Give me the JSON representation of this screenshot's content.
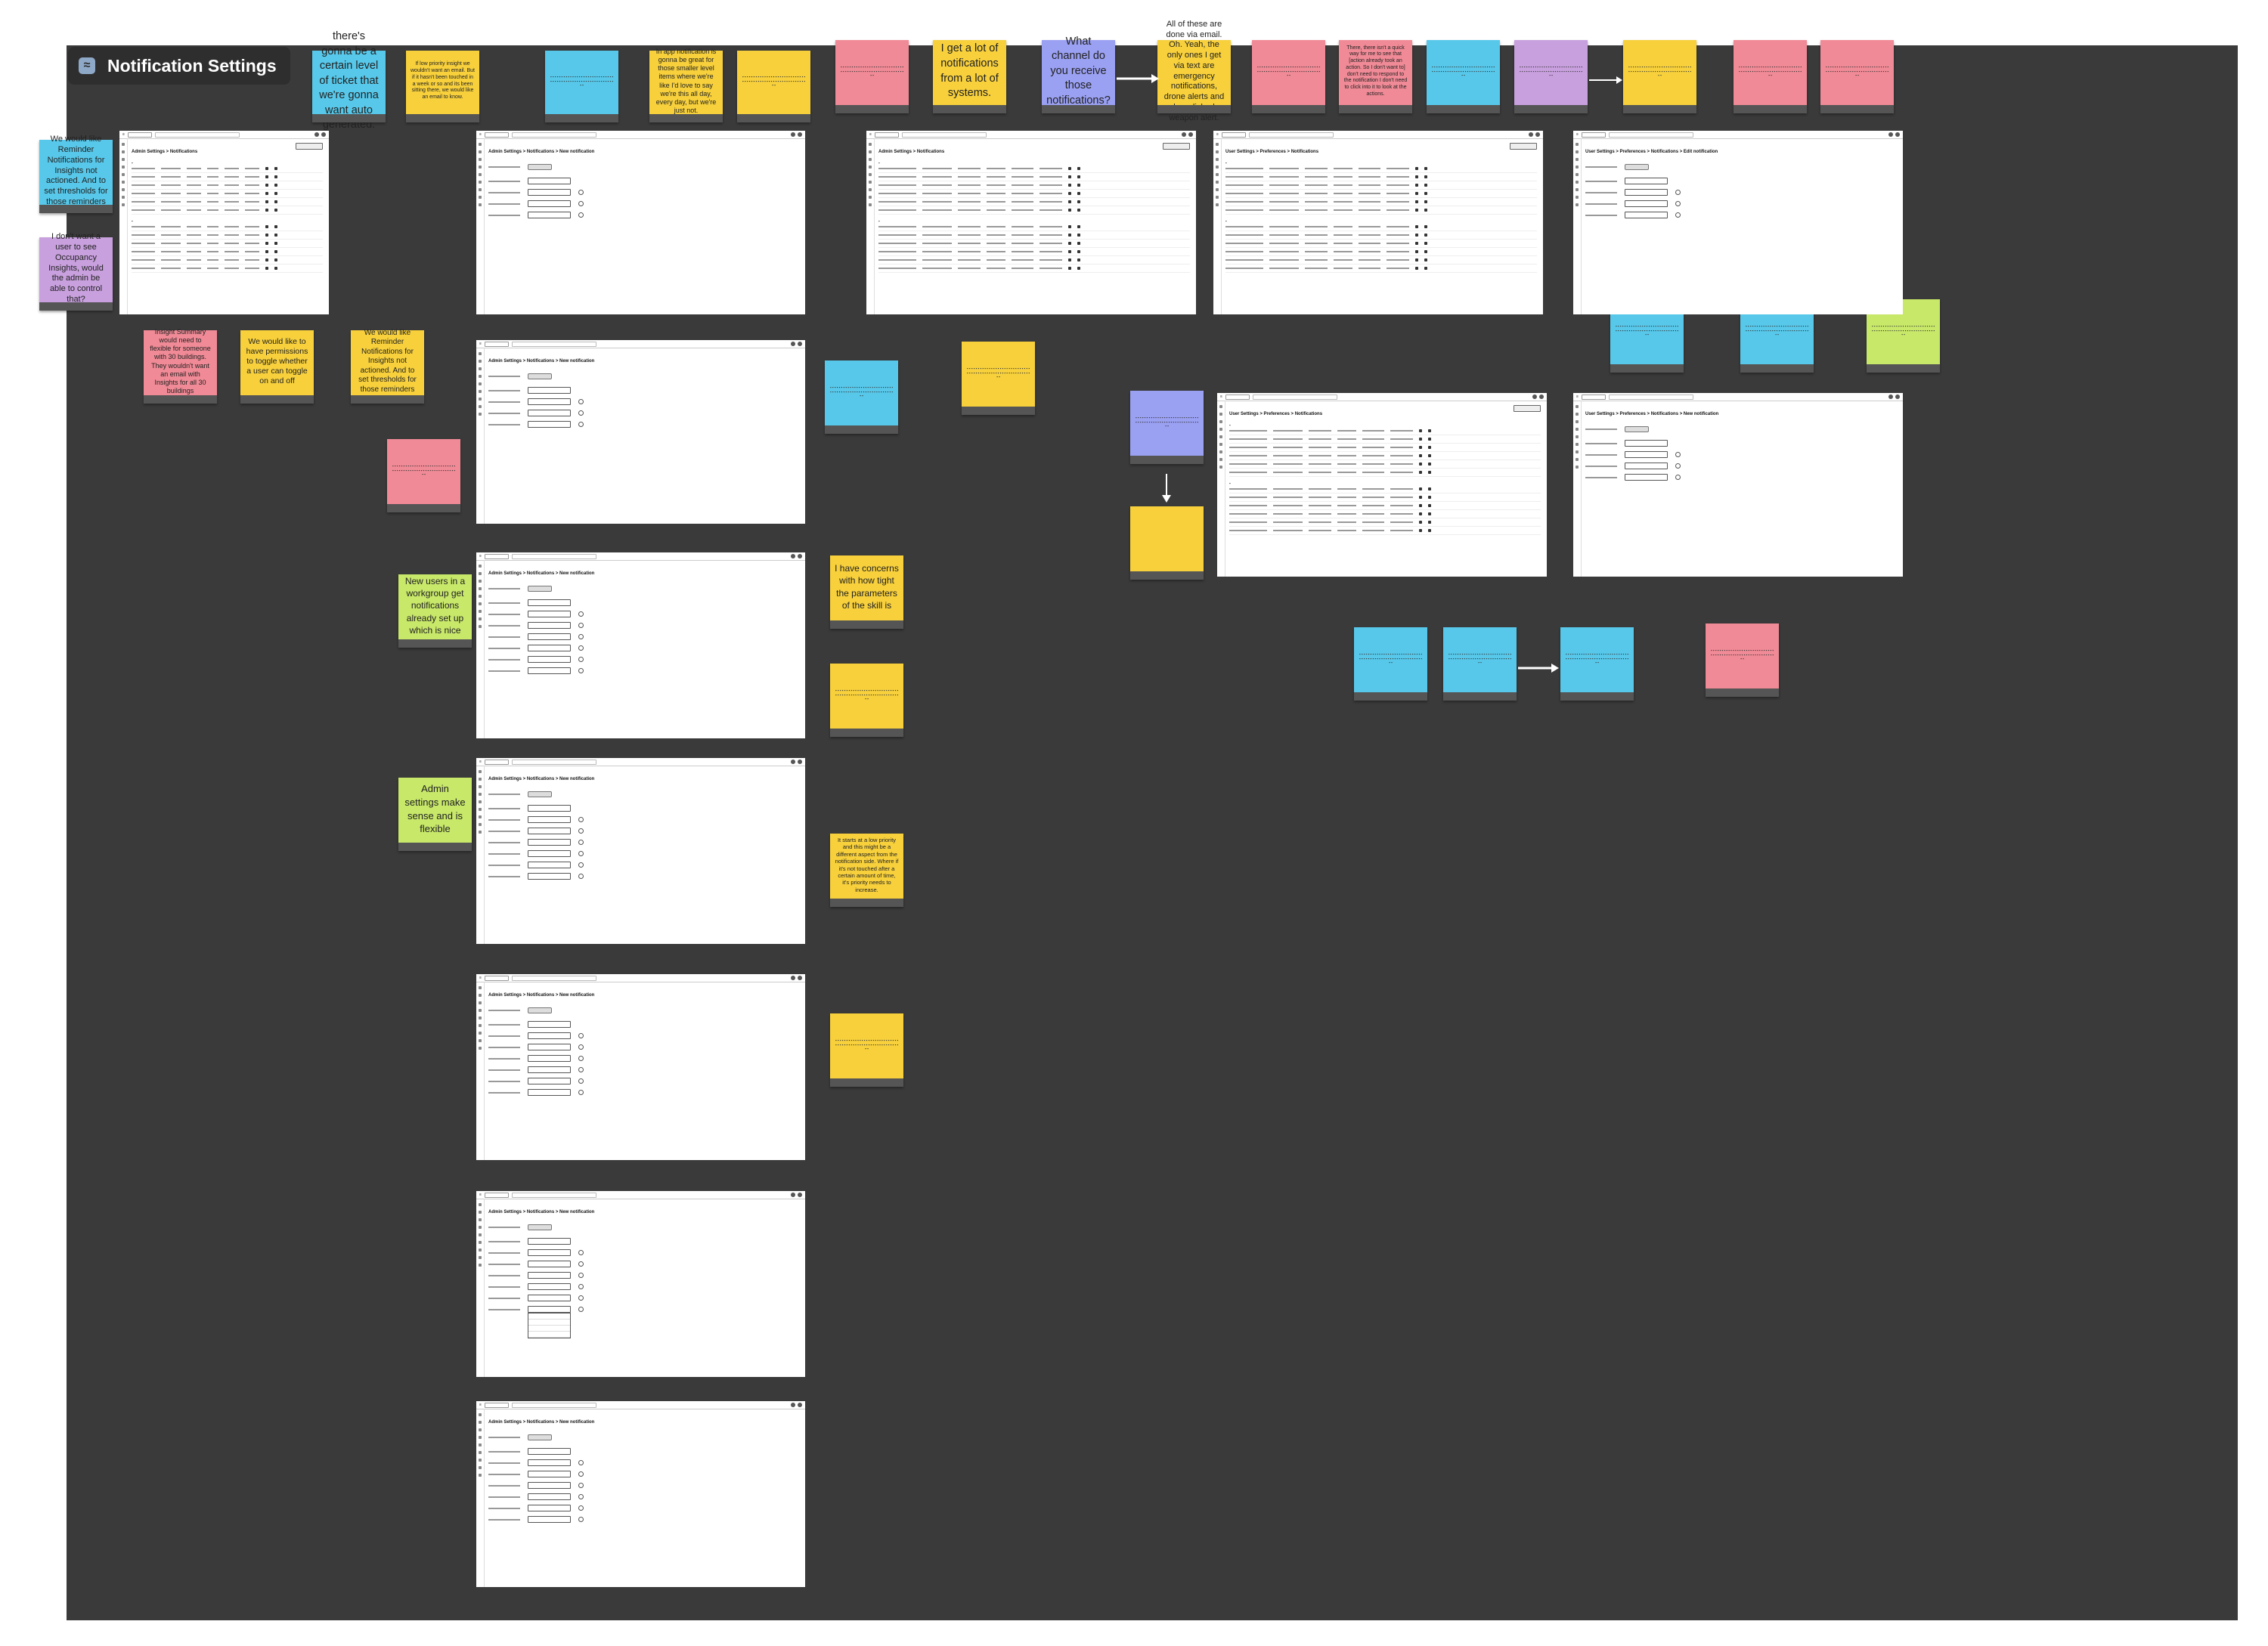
{
  "board": {
    "title": "Notification Settings",
    "canvas_color": "#3a3a3a"
  },
  "stickies": {
    "top_auto_generated": "there's gonna be a certain level of ticket that we're gonna want auto generated.",
    "top_priority_insight": "If low priority insight we wouldn't want an email. But if it hasn't been touched in a week or so and its been sitting there, we would like an email to know.",
    "top_in_app": "In app notification is gonna be great for those smaller level items where we're like I'd love to say we're this all day, every day, but we're just not.",
    "top_lot_of_notifications": "I get a lot of notifications from a lot of systems.",
    "top_what_channel": "What channel do you receive those notifications?",
    "top_all_of_these": "All of these are done via email. Oh. Yeah, the only ones I get via text are emergency notifications, drone alerts and brandished weapon alert.",
    "top_no_quick_way": "There, there isn't a quick way for me to see that [action already took an action. So I don't want to] don't need to respond to the notification I don't need to click into it to look at the actions.",
    "left_reminder_notifications": "We would like Reminder Notifications for Insights not actioned. And to set thresholds for those reminders",
    "left_dont_want_user": "I don't want a user to see Occupancy Insights, would the admin be able to control that?",
    "insight_summary": "Insight Summary would need to flexible for someone with 30 buildings. They wouldn't want an email with Insights for all 30 buildings",
    "permissions_toggle": "We would like to have permissions to toggle whether a user can toggle on and off",
    "reminder_thresholds": "We would like Reminder Notifications for Insights not actioned. And to set thresholds for those reminders",
    "new_users_workgroup": "New users in a workgroup get notifications already set up which is nice",
    "admin_settings": "Admin settings make sense and is flexible",
    "concerns_parameters": "I have concerns with how tight the parameters of the skill is",
    "bell_at_low_priority": "It starts at a low priority and this might be a different aspect from the notification side. Where if it's not touched after a certain amount of time, it's priority needs to increase.",
    "arrow_target_note": "[ ]"
  },
  "dense_notes_count": 30,
  "frames": {
    "f1": {
      "crumb": "Admin Settings > Notifications"
    },
    "f2": {
      "crumb": "Admin Settings > Notifications > New notification"
    },
    "f3": {
      "crumb": "Admin Settings > Notifications"
    },
    "f4": {
      "crumb": "User Settings > Preferences > Notifications"
    },
    "f5": {
      "crumb": "User Settings > Preferences > Notifications > Edit notification"
    },
    "f6": {
      "crumb": "Admin Settings > Notifications > New notification"
    },
    "f7": {
      "crumb": "User Settings > Preferences > Notifications"
    },
    "f8": {
      "crumb": "User Settings > Preferences > Notifications > New notification"
    },
    "f9": {
      "crumb": "Admin Settings > Notifications > New notification"
    },
    "f10": {
      "crumb": "Admin Settings > Notifications > New notification"
    },
    "f11": {
      "crumb": "Admin Settings > Notifications > New notification"
    },
    "f12": {
      "crumb": "Admin Settings > Notifications > New notification"
    },
    "f13": {
      "crumb": "Admin Settings > Notifications > New notification"
    }
  }
}
